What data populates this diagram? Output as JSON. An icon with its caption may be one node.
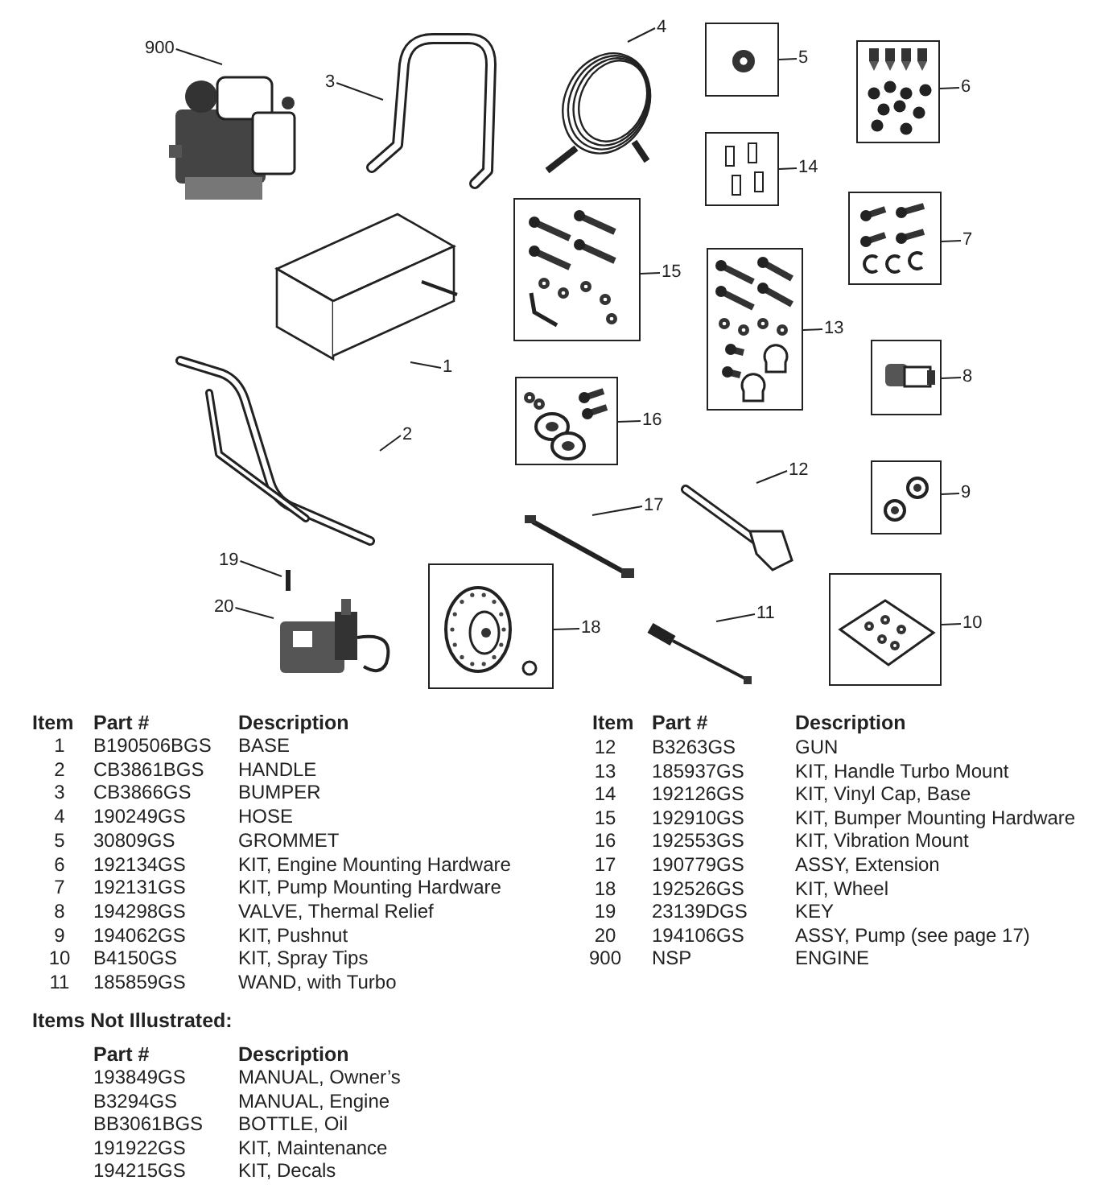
{
  "diagram": {
    "nodes": [
      {
        "text": [
          "900"
        ]
      },
      {
        "text": [],
        "shape": "picture"
      },
      {
        "text": [
          "3"
        ]
      },
      {
        "text": [],
        "shape": "picture"
      },
      {
        "text": [
          "4"
        ]
      },
      {
        "text": [],
        "shape": "picture"
      },
      {
        "text": [
          "5"
        ]
      },
      {
        "text": [],
        "shape": "picture"
      },
      {
        "text": [
          "6"
        ]
      },
      {
        "text": [],
        "shape": "picture"
      },
      {
        "text": [
          "14"
        ]
      },
      {
        "text": [],
        "shape": "picture"
      },
      {
        "text": [
          "7"
        ]
      },
      {
        "text": [],
        "shape": "picture"
      },
      {
        "text": [
          "15"
        ]
      },
      {
        "text": [],
        "shape": "picture"
      },
      {
        "text": [
          "13"
        ]
      },
      {
        "text": [],
        "shape": "picture"
      },
      {
        "text": [
          "1"
        ]
      },
      {
        "text": [],
        "shape": "picture"
      },
      {
        "text": [
          "8"
        ]
      },
      {
        "text": [],
        "shape": "picture"
      },
      {
        "text": [
          "16"
        ]
      },
      {
        "text": [],
        "shape": "picture"
      },
      {
        "text": [
          "2"
        ]
      },
      {
        "text": [],
        "shape": "picture"
      },
      {
        "text": [
          "12"
        ]
      },
      {
        "text": [],
        "shape": "picture"
      },
      {
        "text": [
          "9"
        ]
      },
      {
        "text": [],
        "shape": "picture"
      },
      {
        "text": [
          "17"
        ]
      },
      {
        "text": [],
        "shape": "picture"
      },
      {
        "text": [
          "19"
        ]
      },
      {
        "text": [],
        "shape": "picture"
      },
      {
        "text": [
          "20"
        ]
      },
      {
        "text": [],
        "shape": "picture"
      },
      {
        "text": [
          "18"
        ]
      },
      {
        "text": [],
        "shape": "picture"
      },
      {
        "text": [
          "11"
        ]
      },
      {
        "text": [],
        "shape": "picture"
      },
      {
        "text": [
          "10"
        ]
      },
      {
        "text": [],
        "shape": "picture"
      }
    ],
    "edges": [
      {
        "from": 0,
        "to": 1,
        "arrow": "none"
      },
      {
        "from": 2,
        "to": 3,
        "arrow": "none"
      },
      {
        "from": 4,
        "to": 5,
        "arrow": "none"
      },
      {
        "from": 6,
        "to": 7,
        "arrow": "none"
      },
      {
        "from": 8,
        "to": 9,
        "arrow": "none"
      },
      {
        "from": 10,
        "to": 11,
        "arrow": "none"
      },
      {
        "from": 12,
        "to": 13,
        "arrow": "none"
      },
      {
        "from": 14,
        "to": 15,
        "arrow": "none"
      },
      {
        "from": 16,
        "to": 17,
        "arrow": "none"
      },
      {
        "from": 18,
        "to": 19,
        "arrow": "none"
      },
      {
        "from": 20,
        "to": 21,
        "arrow": "none"
      },
      {
        "from": 22,
        "to": 23,
        "arrow": "none"
      },
      {
        "from": 24,
        "to": 25,
        "arrow": "none"
      },
      {
        "from": 26,
        "to": 27,
        "arrow": "none"
      },
      {
        "from": 28,
        "to": 29,
        "arrow": "none"
      },
      {
        "from": 30,
        "to": 31,
        "arrow": "none"
      },
      {
        "from": 32,
        "to": 33,
        "arrow": "none"
      },
      {
        "from": 34,
        "to": 35,
        "arrow": "none"
      },
      {
        "from": 36,
        "to": 37,
        "arrow": "none"
      },
      {
        "from": 38,
        "to": 39,
        "arrow": "none"
      },
      {
        "from": 40,
        "to": 41,
        "arrow": "none"
      }
    ],
    "labels": [
      "Item",
      "Part #",
      "Description",
      "1",
      "B190506BGS",
      "BASE",
      "2",
      "CB3861BGS",
      "HANDLE",
      "3",
      "CB3866GS",
      "BUMPER",
      "4",
      "190249GS",
      "HOSE",
      "5",
      "30809GS",
      "GROMMET",
      "6",
      "192134GS",
      "KIT, Engine Mounting Hardware",
      "7",
      "192131GS",
      "KIT, Pump Mounting Hardware",
      "8",
      "194298GS",
      "VALVE, Thermal Relief",
      "9",
      "194062GS",
      "KIT, Pushnut",
      "10",
      "B4150GS",
      "KIT, Spray Tips",
      "11",
      "185859GS",
      "WAND, with Turbo",
      "Item",
      "Part #",
      "Description",
      "12",
      "B3263GS",
      "GUN",
      "13",
      "185937GS",
      "KIT, Handle Turbo Mount",
      "14",
      "192126GS",
      "KIT, Vinyl Cap, Base",
      "15",
      "192910GS",
      "KIT, Bumper Mounting Hardware",
      "16",
      "192553GS",
      "KIT, Vibration Mount",
      "17",
      "190779GS",
      "ASSY, Extension",
      "18",
      "192526GS",
      "KIT, Wheel",
      "19",
      "23139DGS",
      "KEY",
      "20",
      "194106GS",
      "ASSY, Pump (see page 17)",
      "900",
      "NSP",
      "ENGINE",
      "Items Not Illustrated:",
      "Part #",
      "Description",
      "193849GS",
      "MANUAL, Owner’s",
      "B3294GS",
      "MANUAL, Engine",
      "BB3061BGS",
      "BOTTLE, Oil",
      "191922GS",
      "KIT, Maintenance",
      "194215GS",
      "KIT, Decals"
    ]
  }
}
